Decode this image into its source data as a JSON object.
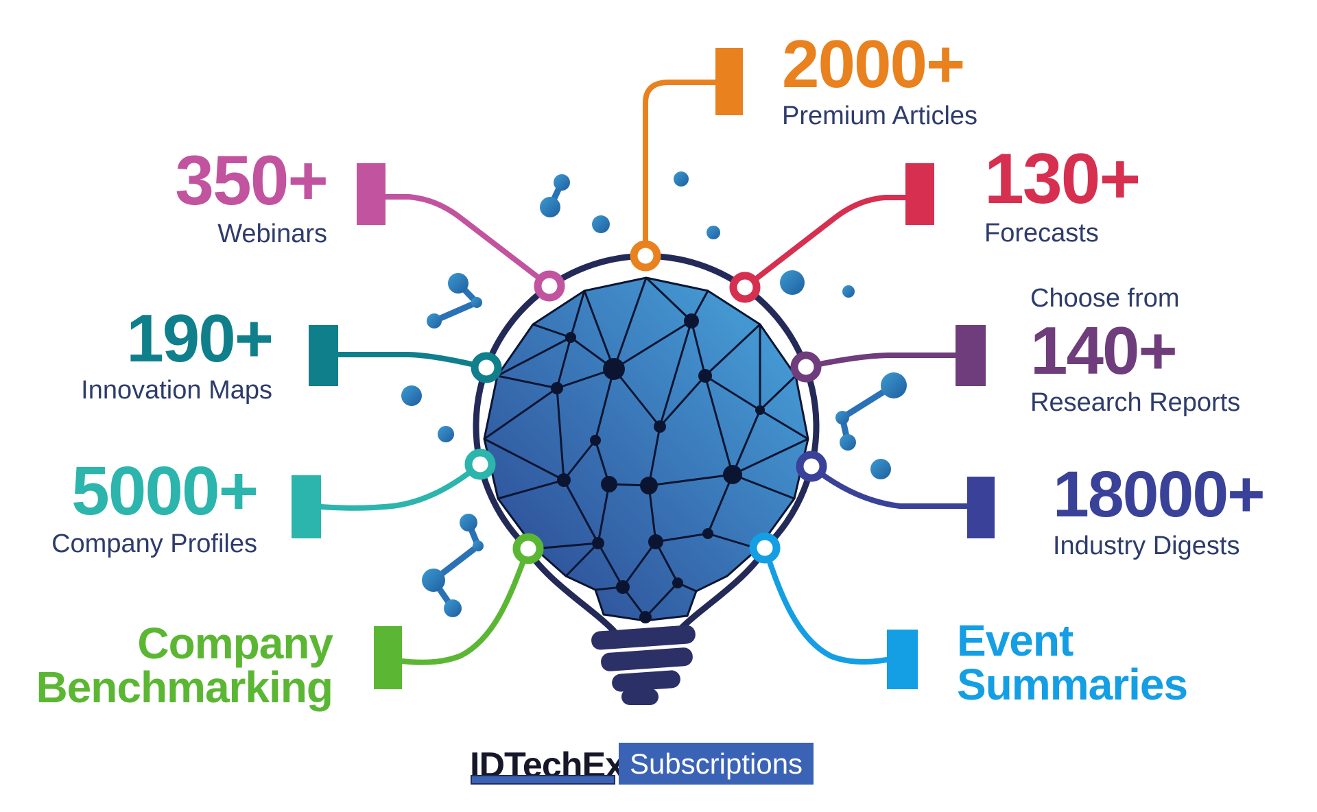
{
  "ui": {
    "background": "#ffffff",
    "label_color": "#2e3c6b"
  },
  "items": [
    {
      "id": "premium-articles",
      "number": "2000+",
      "label": "Premium Articles",
      "color": "#e8811e"
    },
    {
      "id": "webinars",
      "number": "350+",
      "label": "Webinars",
      "color": "#c2539e"
    },
    {
      "id": "forecasts",
      "number": "130+",
      "label": "Forecasts",
      "color": "#d62f50"
    },
    {
      "id": "innovation-maps",
      "number": "190+",
      "label": "Innovation Maps",
      "color": "#0f7f8b"
    },
    {
      "id": "research-reports",
      "prefix": "Choose from",
      "number": "140+",
      "label": "Research Reports",
      "color": "#6f3d7c"
    },
    {
      "id": "company-profiles",
      "number": "5000+",
      "label": "Company Profiles",
      "color": "#2bb5ac"
    },
    {
      "id": "industry-digests",
      "number": "18000+",
      "label": "Industry Digests",
      "color": "#3a4199"
    },
    {
      "id": "company-benchmarking",
      "line1": "Company",
      "line2": "Benchmarking",
      "color": "#5bb733"
    },
    {
      "id": "event-summaries",
      "line1": "Event",
      "line2": "Summaries",
      "color": "#149ee4"
    }
  ],
  "artwork": {
    "ring_color": "#232a58",
    "mesh_color": "#0b1532",
    "base_color": "#2b3166",
    "node_fill": "#ffffff",
    "bulb_gradient": [
      "#49a7de",
      "#2b4590"
    ],
    "molecule_gradient": [
      "#3d9ad1",
      "#1e5e9f"
    ],
    "molecule_link_color": "#2a72b5"
  },
  "logo": {
    "name": "IDTechEx",
    "name_color": "#17172a",
    "product": "Subscriptions",
    "accent_color": "#3a62b5"
  }
}
